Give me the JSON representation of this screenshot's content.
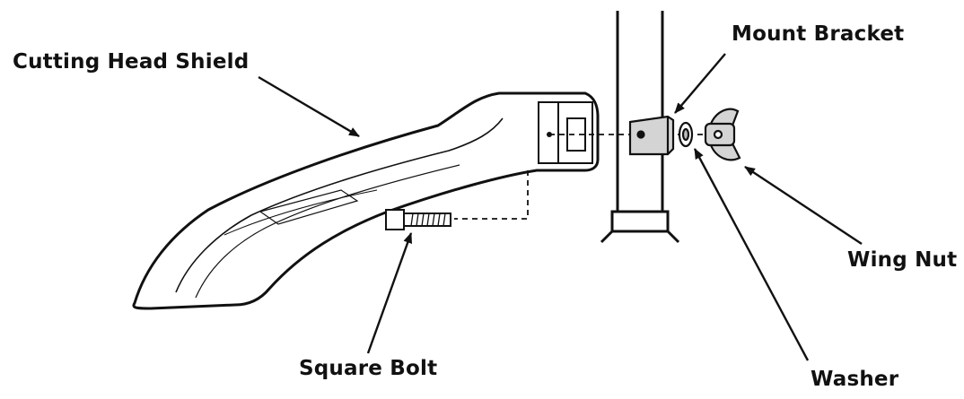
{
  "labels": {
    "cutting_head_shield": "Cutting Head Shield",
    "mount_bracket": "Mount Bracket",
    "wing_nut": "Wing Nut",
    "square_bolt": "Square Bolt",
    "washer": "Washer"
  },
  "colors": {
    "line": "#111111",
    "fill_light": "#f0f0f0",
    "fill_part": "#d4d4d4",
    "background": "#ffffff"
  }
}
